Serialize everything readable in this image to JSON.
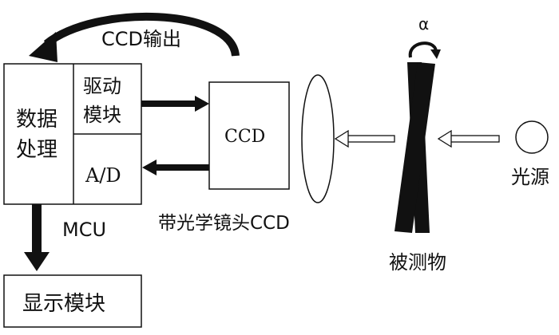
{
  "labels": {
    "ccd_output": "CCD输出",
    "data_processing_line1": "数据",
    "data_processing_line2": "处理",
    "drive_module_line1": "驱动",
    "drive_module_line2": "模块",
    "ad": "A/D",
    "mcu": "MCU",
    "display_module": "显示模块",
    "ccd": "CCD",
    "ccd_with_lens": "带光学镜头CCD",
    "measured_object": "被测物",
    "light_source": "光源",
    "alpha": "α"
  }
}
